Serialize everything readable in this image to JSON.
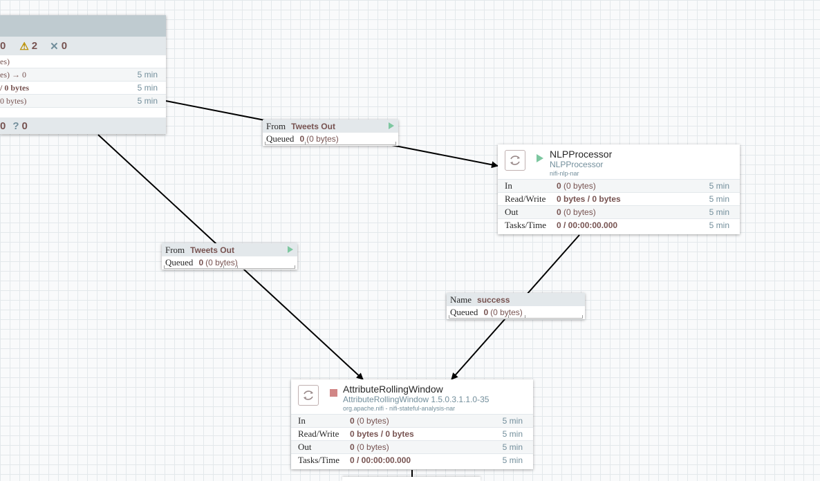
{
  "process_group": {
    "stats": {
      "val_a": "0",
      "warnings": "2",
      "val_c": "0"
    },
    "rows": [
      {
        "value": "es)",
        "time": ""
      },
      {
        "value": "es) → 0",
        "time": "5 min"
      },
      {
        "value": "/ 0 bytes",
        "time": "5 min"
      },
      {
        "value": "0 bytes)",
        "time": "5 min"
      }
    ],
    "footer": {
      "val_a": "0",
      "q_icon": "?",
      "val_b": "0"
    }
  },
  "connections": [
    {
      "label": "From",
      "name": "Tweets Out",
      "queued_label": "Queued",
      "count": "0",
      "bytes": "(0 bytes)",
      "running": true
    },
    {
      "label": "From",
      "name": "Tweets Out",
      "queued_label": "Queued",
      "count": "0",
      "bytes": "(0 bytes)",
      "running": true
    },
    {
      "label": "Name",
      "name": "success",
      "queued_label": "Queued",
      "count": "0",
      "bytes": "(0 bytes)",
      "running": false
    }
  ],
  "processors": [
    {
      "name": "NLPProcessor",
      "type": "NLPProcessor",
      "bundle": "nifi-nlp-nar",
      "status": "running",
      "rows": [
        {
          "label": "In",
          "value_bold": "0",
          "value_rest": " (0 bytes)",
          "time": "5 min"
        },
        {
          "label": "Read/Write",
          "value_bold": "0 bytes / 0 bytes",
          "value_rest": "",
          "time": "5 min"
        },
        {
          "label": "Out",
          "value_bold": "0",
          "value_rest": " (0 bytes)",
          "time": "5 min"
        },
        {
          "label": "Tasks/Time",
          "value_bold": "0 / 00:00:00.000",
          "value_rest": "",
          "time": "5 min"
        }
      ]
    },
    {
      "name": "AttributeRollingWindow",
      "type": "AttributeRollingWindow 1.5.0.3.1.1.0-35",
      "bundle": "org.apache.nifi - nifi-stateful-analysis-nar",
      "status": "stopped",
      "rows": [
        {
          "label": "In",
          "value_bold": "0",
          "value_rest": " (0 bytes)",
          "time": "5 min"
        },
        {
          "label": "Read/Write",
          "value_bold": "0 bytes / 0 bytes",
          "value_rest": "",
          "time": "5 min"
        },
        {
          "label": "Out",
          "value_bold": "0",
          "value_rest": " (0 bytes)",
          "time": "5 min"
        },
        {
          "label": "Tasks/Time",
          "value_bold": "0 / 00:00:00.000",
          "value_rest": "",
          "time": "5 min"
        }
      ]
    }
  ]
}
